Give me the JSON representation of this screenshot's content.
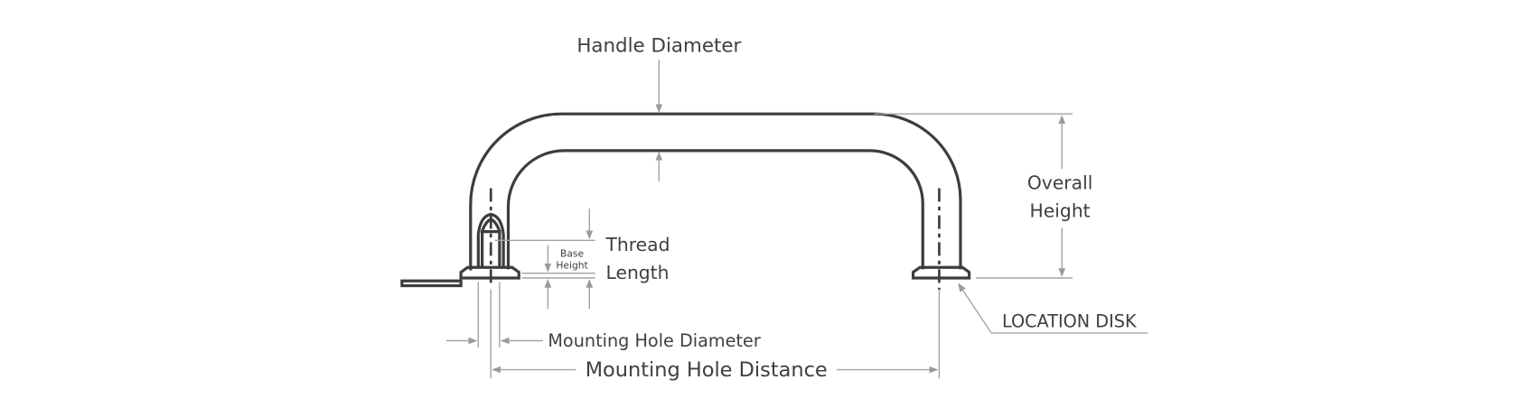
{
  "labels": {
    "handle_diameter": "Handle Diameter",
    "overall_height_line1": "Overall",
    "overall_height_line2": "Height",
    "thread_length_line1": "Thread",
    "thread_length_line2": "Length",
    "base_height_line1": "Base",
    "base_height_line2": "Height",
    "location_disk": "LOCATION DISK",
    "mounting_hole_diameter": "Mounting Hole Diameter",
    "mounting_hole_distance": "Mounting Hole Distance"
  },
  "colors": {
    "part": "#3d3d3d",
    "dimension": "#a3a3a3",
    "text": "#3f3f3f"
  }
}
